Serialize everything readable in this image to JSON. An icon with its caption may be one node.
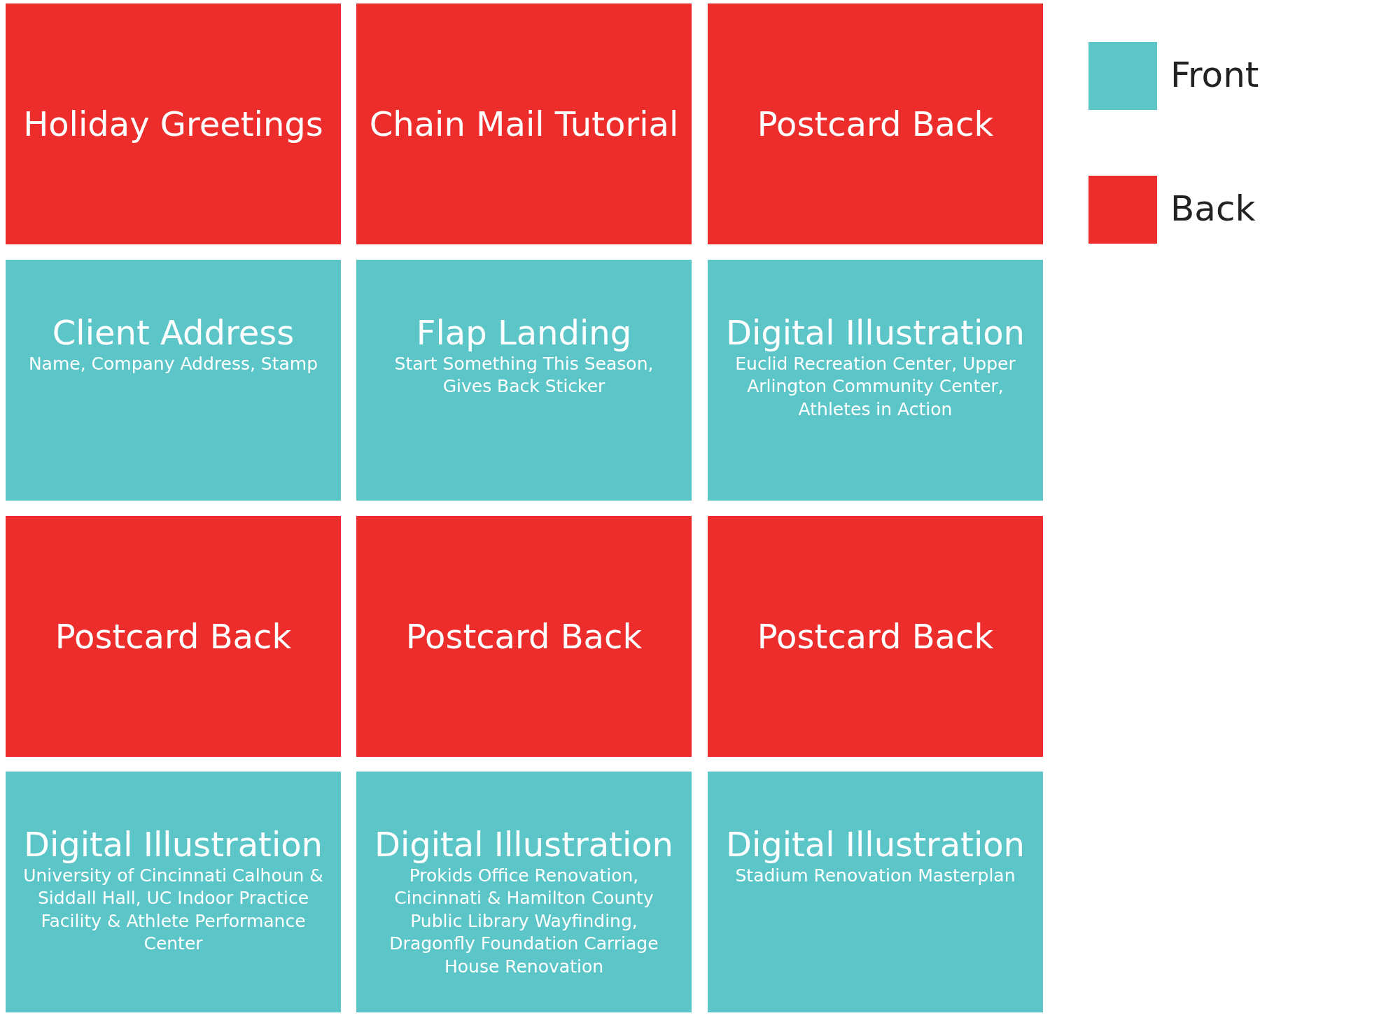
{
  "diagram": {
    "nodes": [
      {
        "text": [
          "Holiday Greetings"
        ]
      },
      {
        "text": [
          "Chain Mail Tutorial"
        ]
      },
      {
        "text": [
          "Postcard Back"
        ]
      },
      {
        "text": [
          "Client Address",
          "Name, Company Address, Stamp"
        ]
      },
      {
        "text": [
          "Flap Landing",
          "Start Something This Season, Gives Back Sticker"
        ]
      },
      {
        "text": [
          "Digital Illustration",
          "Euclid Recreation Center, Upper Arlington Community Center, Athletes in Action"
        ]
      },
      {
        "text": [
          "Postcard Back"
        ]
      },
      {
        "text": [
          "Postcard Back"
        ]
      },
      {
        "text": [
          "Postcard Back"
        ]
      },
      {
        "text": [
          "Digital Illustration",
          "University of Cincinnati Calhoun & Siddall Hall, UC Indoor Practice Facility & Athlete Performance Center"
        ]
      },
      {
        "text": [
          "Digital Illustration",
          "Prokids Office Renovation, Cincinnati & Hamilton County Public Library Wayfinding, Dragonfly Foundation Carriage House Renovation"
        ]
      },
      {
        "text": [
          "Digital Illustration",
          "Stadium Renovation Masterplan"
        ]
      }
    ],
    "legend": [
      {
        "text": "Front",
        "color": "#5bc5c8"
      },
      {
        "text": "Back",
        "color": "#ed2c2c"
      }
    ]
  }
}
